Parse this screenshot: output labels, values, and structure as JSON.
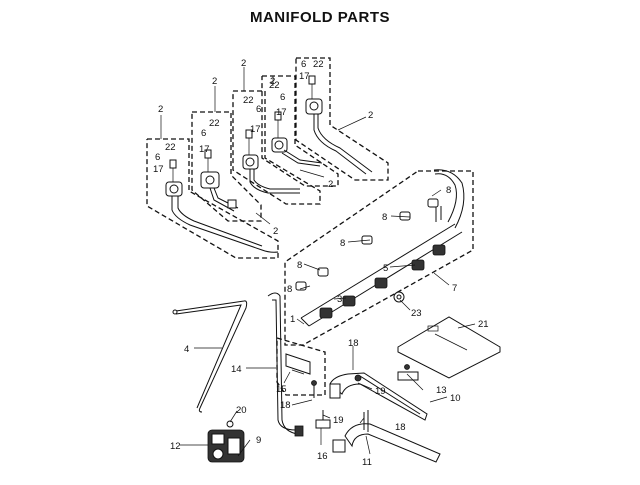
{
  "title": "MANIFOLD PARTS",
  "callouts": {
    "c2_a": "2",
    "c2_b": "2",
    "c2_c": "2",
    "c2_d": "2",
    "c2_e": "2",
    "c2_f": "2",
    "c2_g": "2",
    "c2_h": "2",
    "c22_a": "22",
    "c22_b": "22",
    "c22_c": "22",
    "c22_d": "22",
    "c22_e": "22",
    "c6_a": "6",
    "c6_b": "6",
    "c6_c": "6",
    "c6_d": "6",
    "c6_e": "6",
    "c17_a": "17",
    "c17_b": "17",
    "c17_c": "17",
    "c17_d": "17",
    "c17_e": "17",
    "c8_a": "8",
    "c8_b": "8",
    "c8_c": "8",
    "c8_d": "8",
    "c8_e": "8",
    "c5": "5",
    "c7": "7",
    "c3": "3",
    "c1": "1",
    "c23": "23",
    "c21": "21",
    "c4": "4",
    "c14": "14",
    "c15": "15",
    "c18_a": "18",
    "c18_b": "18",
    "c18_c": "18",
    "c19_a": "19",
    "c19_b": "19",
    "c13": "13",
    "c10": "10",
    "c20": "20",
    "c12": "12",
    "c9": "9",
    "c16": "16",
    "c11": "11"
  }
}
